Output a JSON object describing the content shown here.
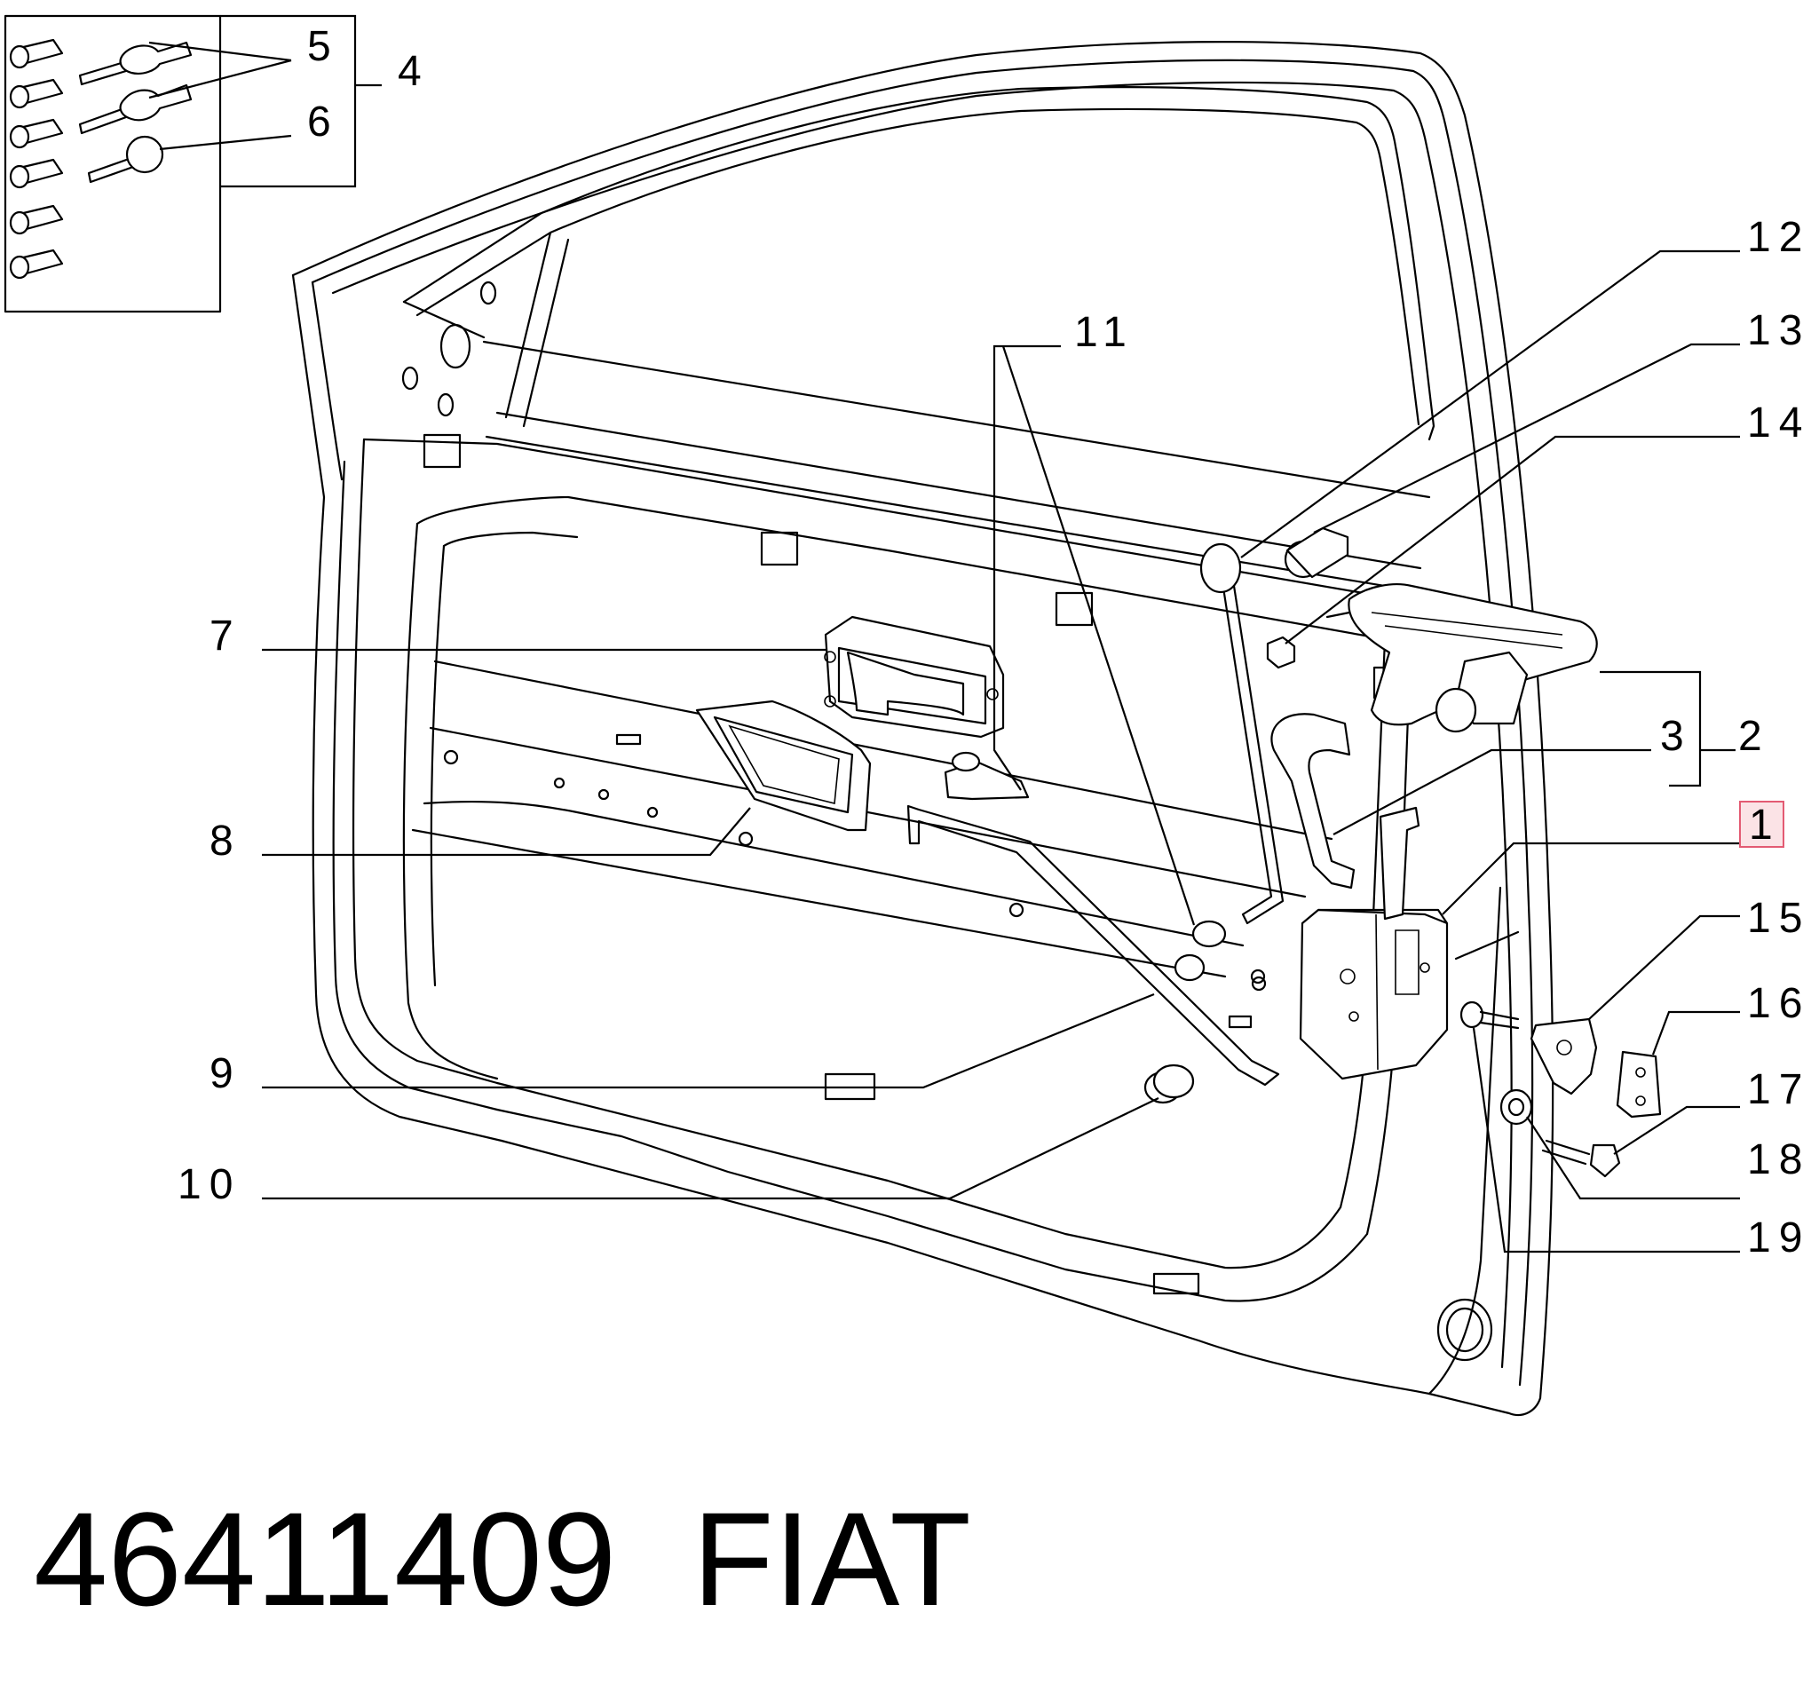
{
  "callouts": {
    "c1": "1",
    "c2": "2",
    "c3": "3",
    "c4": "4",
    "c5": "5",
    "c6": "6",
    "c7": "7",
    "c8": "8",
    "c9": "9",
    "c10": "10",
    "c11": "11",
    "c12": "12",
    "c13": "13",
    "c14": "14",
    "c15": "15",
    "c16": "16",
    "c17": "17",
    "c18": "18",
    "c19": "19"
  },
  "footer": {
    "part_number": "46411409",
    "brand": "FIAT"
  },
  "highlighted_callout": "1",
  "colors": {
    "highlight_fill": "#fbe3e6",
    "highlight_border": "#e35b73",
    "line": "#000000"
  }
}
